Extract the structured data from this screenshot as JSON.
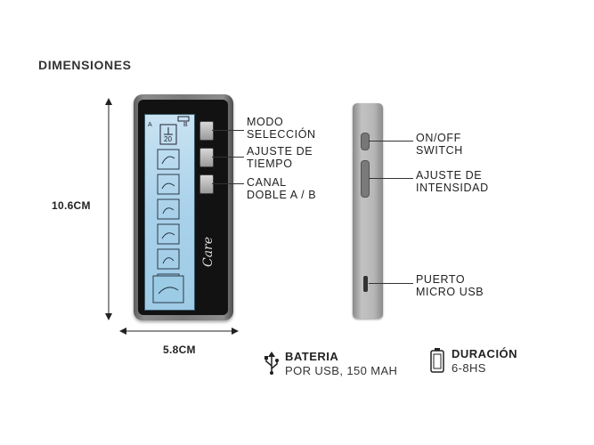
{
  "heading": "DIMENSIONES",
  "dimensions": {
    "height": "10.6CM",
    "width": "5.8CM"
  },
  "front_callouts": [
    {
      "line1": "MODO",
      "line2": "SELECCIÓN"
    },
    {
      "line1": "AJUSTE DE",
      "line2": "TIEMPO"
    },
    {
      "line1": "CANAL",
      "line2": "DOBLE A / B"
    }
  ],
  "side_callouts": [
    {
      "line1": "ON/OFF",
      "line2": "SWITCH"
    },
    {
      "line1": "AJUSTE DE",
      "line2": "INTENSIDAD"
    },
    {
      "line1": "PUERTO",
      "line2": "MICRO USB"
    }
  ],
  "screen": {
    "channel_a": "A",
    "channel_b": "B",
    "timer": "20",
    "brand": "Care"
  },
  "battery": {
    "title": "BATERIA",
    "detail": "POR USB, 150 MAH",
    "icon": "usb-icon"
  },
  "duration": {
    "title": "DURACIÓN",
    "detail": "6-8HS",
    "icon": "battery-icon"
  },
  "colors": {
    "screen": "#b3d7ec",
    "body": "#7a7a7a",
    "face": "#121212"
  }
}
